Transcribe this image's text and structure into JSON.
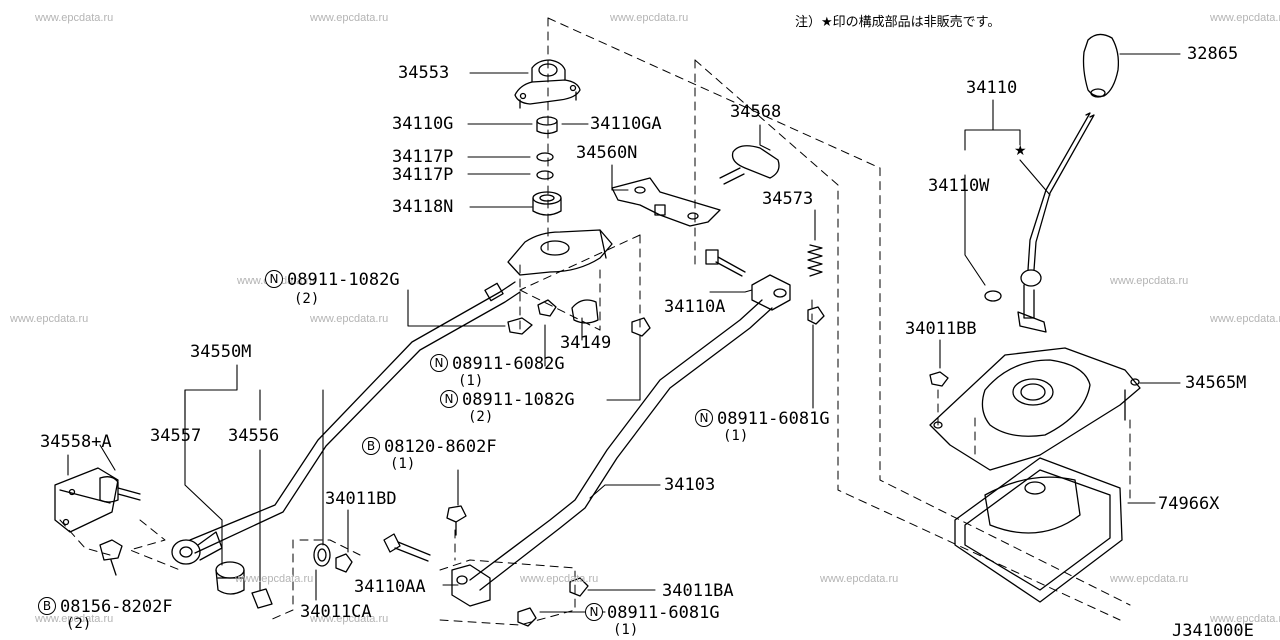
{
  "watermark": "www.epcdata.ru",
  "note": "注）★印の構成部品は非販売です。",
  "diagram_code": "J341000E",
  "star_symbol": "★",
  "parts": {
    "p34553": "34553",
    "p34110g": "34110G",
    "p34110ga": "34110GA",
    "p34117p_a": "34117P",
    "p34117p_b": "34117P",
    "p34118n": "34118N",
    "p34560n": "34560N",
    "p34568": "34568",
    "p34573": "34573",
    "p34110a": "34110A",
    "p34149": "34149",
    "p34550m": "34550M",
    "p34557": "34557",
    "p34556": "34556",
    "p34558a": "34558+A",
    "p34011bd": "34011BD",
    "p34110aa": "34110AA",
    "p34011ca": "34011CA",
    "p34103": "34103",
    "p34011ba": "34011BA",
    "p32865": "32865",
    "p34110": "34110",
    "p34110w": "34110W",
    "p34011bb": "34011BB",
    "p34565m": "34565M",
    "p74966x": "74966X"
  },
  "fasteners": {
    "f1": {
      "prefix": "N",
      "code": "08911-1082G",
      "qty": "(2)"
    },
    "f2": {
      "prefix": "N",
      "code": "08911-6082G",
      "qty": "(1)"
    },
    "f3": {
      "prefix": "N",
      "code": "08911-1082G",
      "qty": "(2)"
    },
    "f4": {
      "prefix": "N",
      "code": "08911-6081G",
      "qty": "(1)"
    },
    "f5": {
      "prefix": "B",
      "code": "08120-8602F",
      "qty": "(1)"
    },
    "f6": {
      "prefix": "B",
      "code": "08156-8202F",
      "qty": "(2)"
    },
    "f7": {
      "prefix": "N",
      "code": "08911-6081G",
      "qty": "(1)"
    }
  }
}
